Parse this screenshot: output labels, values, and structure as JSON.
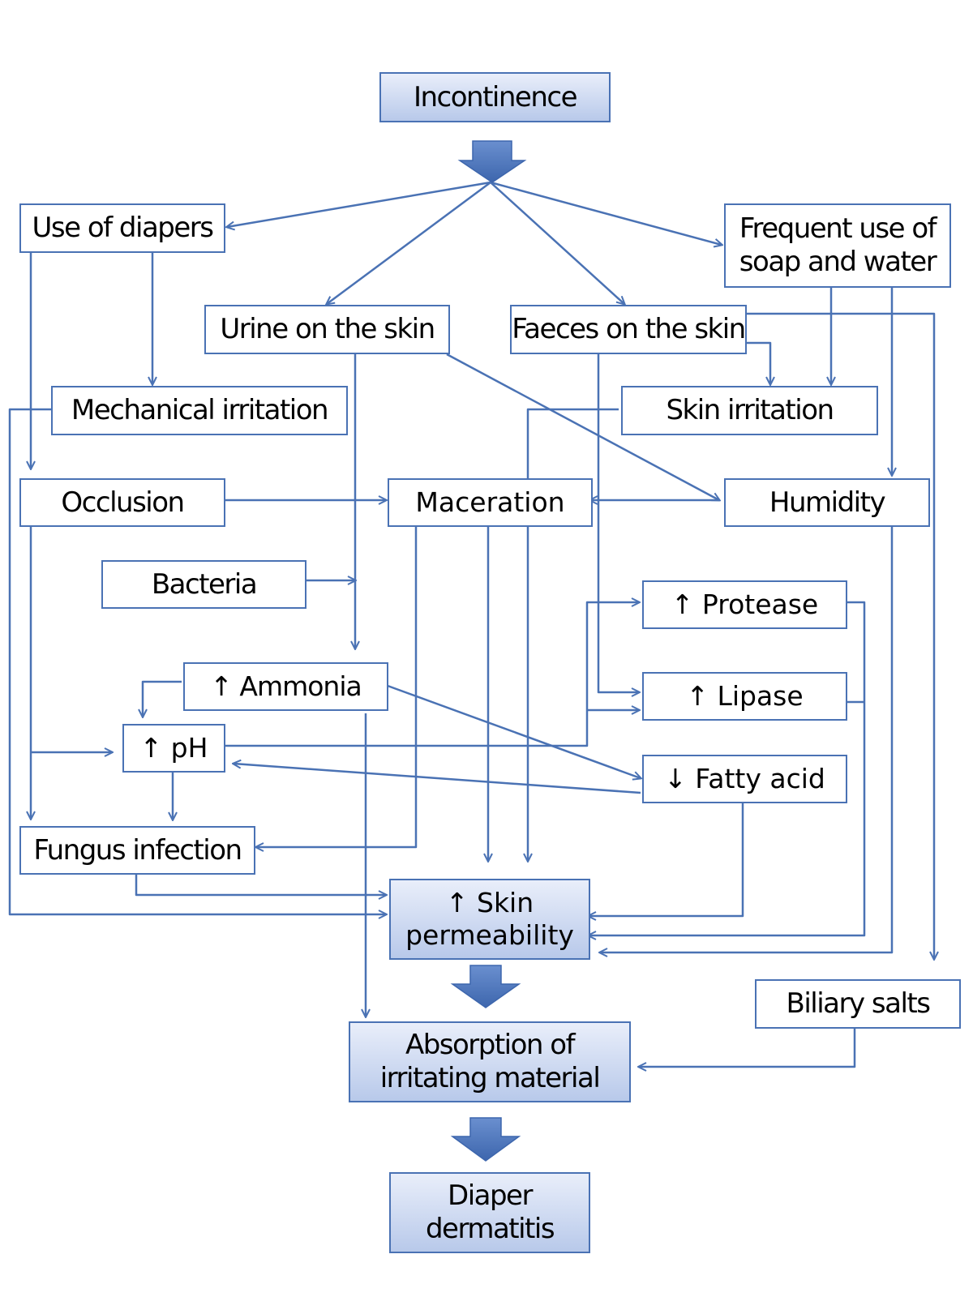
{
  "nodes": {
    "incontinence": "Incontinence",
    "use_of_diapers": "Use of diapers",
    "frequent_soap": [
      "Frequent use of",
      "soap and water"
    ],
    "urine_on_skin": "Urine on the skin",
    "faeces_on_skin": "Faeces on the skin",
    "mechanical_irritation": "Mechanical irritation",
    "skin_irritation": "Skin irritation",
    "occlusion": "Occlusion",
    "maceration": "Maceration",
    "humidity": "Humidity",
    "bacteria": "Bacteria",
    "protease": "↑ Protease",
    "ammonia": "↑ Ammonia",
    "lipase": "↑ Lipase",
    "ph": "↑ pH",
    "fatty_acid": "↓ Fatty acid",
    "fungus_infection": "Fungus infection",
    "skin_permeability": [
      "↑ Skin",
      "permeability"
    ],
    "biliary_salts": "Biliary salts",
    "absorption": [
      "Absorption of",
      "irritating material"
    ],
    "diaper_dermatitis": [
      "Diaper",
      "dermatitis"
    ]
  },
  "colors": {
    "line": "#4a72b4",
    "fill_main": "#b8c9ea"
  }
}
